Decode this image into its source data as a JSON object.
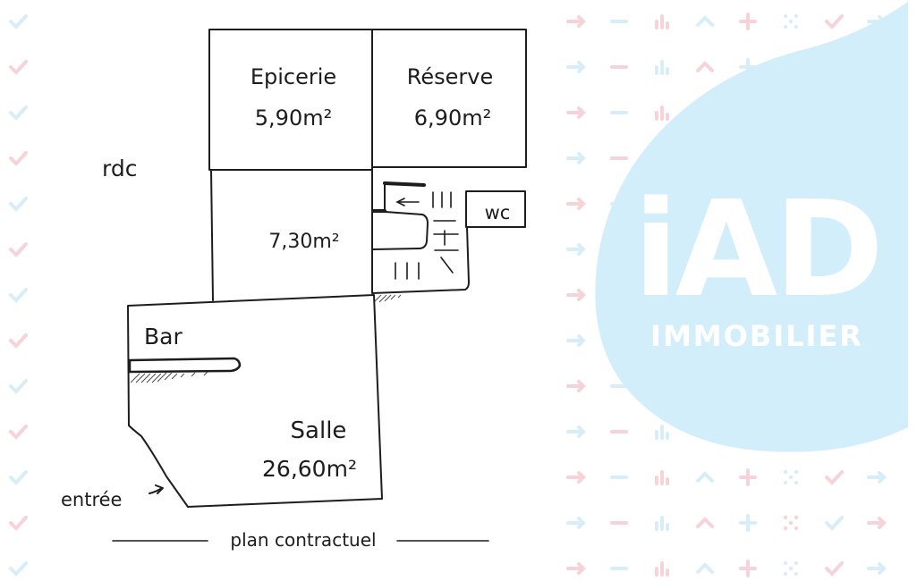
{
  "plan": {
    "level_label": "rdc",
    "caption": "plan contractuel",
    "entrance_label": "entrée",
    "wc_label": "wc",
    "rooms": [
      {
        "id": "epicerie",
        "name": "Epicerie",
        "area": "5,90m²"
      },
      {
        "id": "reserve",
        "name": "Réserve",
        "area": "6,90m²"
      },
      {
        "id": "middle",
        "name": "",
        "area": "7,30m²"
      },
      {
        "id": "bar",
        "name": "Bar",
        "area": ""
      },
      {
        "id": "salle",
        "name": "Salle",
        "area": "26,60m²"
      }
    ]
  },
  "logo": {
    "brand": "iAD",
    "sub": "IMMOBILIER"
  },
  "colors": {
    "logo_blob": "#d3eefb",
    "pattern_pink": "#f6d3d8",
    "pattern_blue": "#d7eef8",
    "ink": "#1d1d1d"
  }
}
